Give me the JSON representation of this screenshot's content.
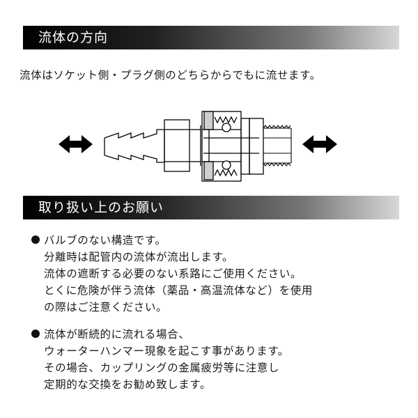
{
  "flow_direction": {
    "heading": "流体の方向",
    "text": "流体はソケット側・プラグ側のどちらからでもに流せます。"
  },
  "precautions": {
    "heading": "取り扱い上のお願い",
    "bullets": [
      {
        "lines": [
          "バルブのない構造です。",
          "分離時は配管内の流体が流出します。",
          "流体の遮断する必要のない系路にご使用ください。",
          "とくに危険が伴う流体（薬品・高温流体など）を使用",
          "の際はご注意ください。"
        ]
      },
      {
        "lines": [
          "流体が断続的に流れる場合、",
          "ウォーターハンマー現象を起こす事があります。",
          "その場合、カップリングの金属疲労等に注意し",
          "定期的な交換をお勧め致します。"
        ]
      }
    ]
  }
}
